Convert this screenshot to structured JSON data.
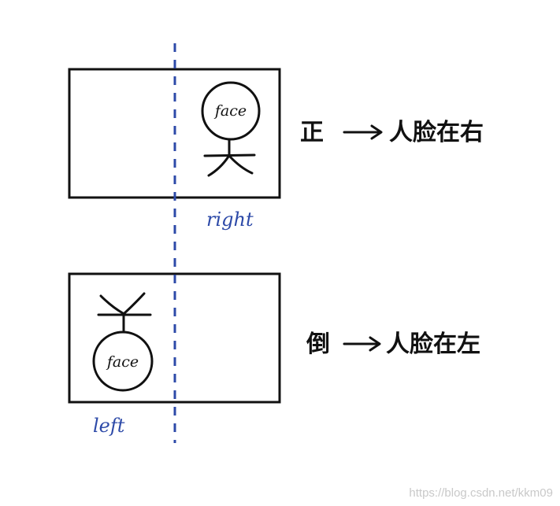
{
  "colors": {
    "ink": "#111111",
    "guide_line": "#2d4aa8",
    "side_label": "#2d4aa8",
    "watermark": "#c9c9c9",
    "background": "#ffffff"
  },
  "top_panel": {
    "face_label": "face",
    "side_label": "right",
    "orientation_char": "正",
    "result_text": "人脸在右"
  },
  "bottom_panel": {
    "face_label": "face",
    "side_label": "left",
    "orientation_char": "倒",
    "result_text": "人脸在左"
  },
  "watermark": "https://blog.csdn.net/kkm09"
}
